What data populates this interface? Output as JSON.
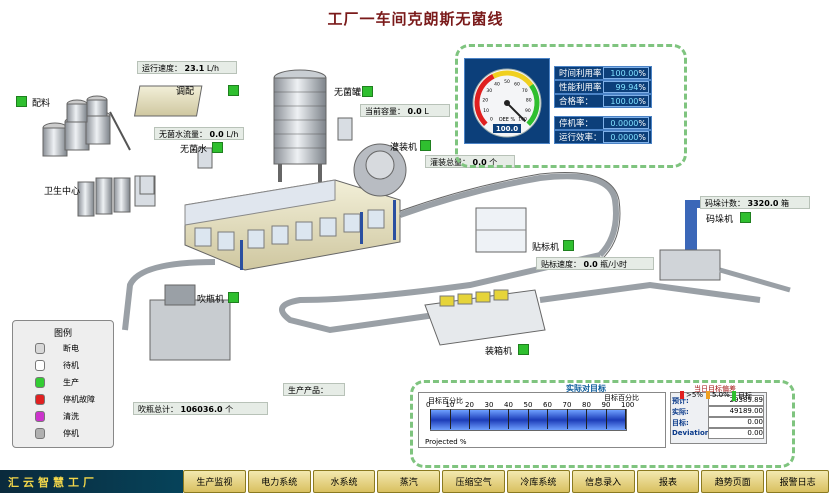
{
  "title": "工厂一车间克朗斯无菌线",
  "areas": {
    "peiliao": "配料",
    "weisheng": "卫生中心",
    "tiaohe": "调配",
    "wujunshui": "无菌水",
    "wujunguan": "无菌罐",
    "guanzhuangji": "灌装机",
    "chuipingji": "吹瓶机",
    "tiebiaoji": "贴标机",
    "zhuangxiangji": "装箱机",
    "maduoji": "码垛机"
  },
  "readouts": {
    "run_speed_label": "运行速度：",
    "run_speed_value": "23.1",
    "run_speed_unit": "L/h",
    "water_flow_label": "无菌水流量：",
    "water_flow_value": "0.0",
    "water_flow_unit": "L/h",
    "tank_cap_label": "当前容量：",
    "tank_cap_value": "0.0",
    "tank_cap_unit": "L",
    "fill_total_label": "灌装总量：",
    "fill_total_value": "0.0",
    "fill_total_unit": "个",
    "label_speed_label": "贴标速度：",
    "label_speed_value": "0.0",
    "label_speed_unit": "瓶/小时",
    "stack_count_label": "码垛计数：",
    "stack_count_value": "3320.0",
    "stack_count_unit": "箱",
    "blow_total_label": "吹瓶总计：",
    "blow_total_value": "106036.0",
    "blow_total_unit": "个",
    "product_label": "生产产品："
  },
  "kpis": [
    {
      "label": "时间利用率：",
      "value": "100.00",
      "unit": "%"
    },
    {
      "label": "性能利用率：",
      "value": "99.94",
      "unit": "%"
    },
    {
      "label": "合格率：",
      "value": "100.00",
      "unit": "%"
    },
    {
      "label": "停机率：",
      "value": "0.0000",
      "unit": "%"
    },
    {
      "label": "运行效率：",
      "value": "0.0000",
      "unit": "%"
    }
  ],
  "gauge": {
    "value": 100.0,
    "value_text": "100.0",
    "caption": "OEE %",
    "min": 0,
    "max": 100,
    "ticks": [
      "0",
      "10",
      "20",
      "30",
      "40",
      "50",
      "60",
      "70",
      "80",
      "90",
      "100"
    ]
  },
  "legend": {
    "title": "图例",
    "items": [
      {
        "label": "断电",
        "color": "#d8d8d8"
      },
      {
        "label": "待机",
        "color": "#ffffff"
      },
      {
        "label": "生产",
        "color": "#33cc33"
      },
      {
        "label": "停机故障",
        "color": "#e02020"
      },
      {
        "label": "清洗",
        "color": "#cc33cc"
      },
      {
        "label": "停机",
        "color": "#b0b0b0"
      }
    ]
  },
  "target_panel": {
    "title": "实际对目标",
    "left_label": "目标百分比",
    "mid_label": "目标百分比",
    "projected_label": "Projected %",
    "scale": [
      "0",
      "10",
      "20",
      "30",
      "40",
      "50",
      "60",
      "70",
      "80",
      "90",
      "100"
    ],
    "small_legend_title": "当日目标偏差",
    "small_legend_items": [
      ">5%",
      "5.0%",
      "目标"
    ],
    "stats": [
      {
        "label": "预计:",
        "value": "29389.89"
      },
      {
        "label": "实际:",
        "value": "49189.00"
      },
      {
        "label": "目标:",
        "value": "0.00"
      },
      {
        "label": "Deviation%:",
        "value": "0.00"
      }
    ],
    "progress": 1.0
  },
  "footer": {
    "brand": "汇云智慧工厂"
  },
  "nav": [
    "生产监视",
    "电力系统",
    "水系统",
    "蒸汽",
    "压缩空气",
    "冷库系统",
    "信息录入",
    "报表",
    "趋势页面",
    "报警日志"
  ],
  "colors": {
    "accent_green": "#7fc47f",
    "kpi_bg": "#0c3f7a",
    "nav_gold": "#d9c060"
  }
}
